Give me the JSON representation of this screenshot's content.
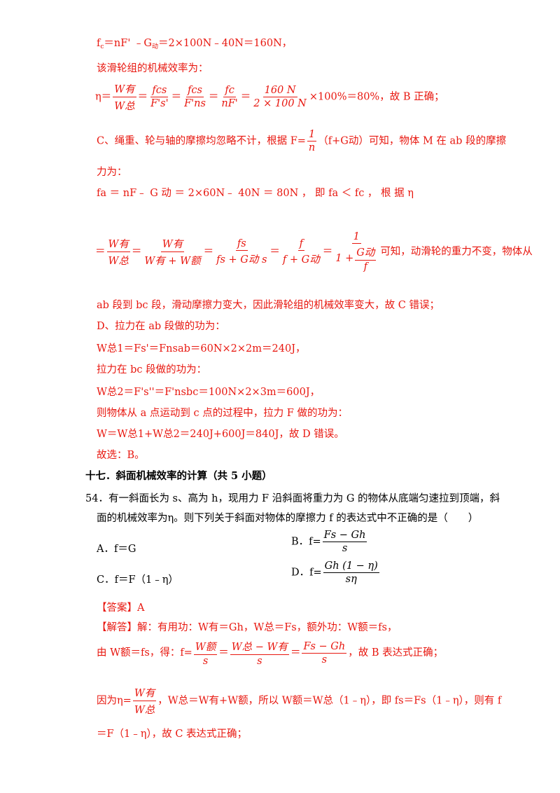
{
  "l1": "f",
  "l1_sub": "c",
  "l1_rest": "＝nF' ﹣G",
  "l1_sub2": "动",
  "l1_end": "＝2×100N﹣40N＝160N，",
  "l2": "该滑轮组的机械效率为：",
  "eq1": {
    "eta": "η＝",
    "w1n": "W有",
    "w1d": "W总",
    "f2n": "fcs",
    "f2d": "F's'",
    "f3n": "fcs",
    "f3d": "F'ns",
    "f4n": "fc",
    "f4d": "nF'",
    "f5n": "160 N",
    "f5d": "2 × 100 N",
    "tail": "×100%＝80%，故 B 正确；"
  },
  "c1_pre": "C、绳重、轮与轴的摩擦均忽略不计，根据 F=",
  "c1_fn": "1",
  "c1_fd": "n",
  "c1_post": "（f+G动）可知，物体 M 在 ab 段的摩擦",
  "c2": "力为：",
  "c3": "fa ＝ nF﹣ G 动 ＝ 2×60N﹣ 40N ＝ 80N ， 即 fa ＜ fc ， 根 据 η",
  "eq2": {
    "a_n": "W有",
    "a_d": "W总",
    "b_n": "W有",
    "b_d": "W有 + W额",
    "c_n": "fs",
    "c_d": "fs + G动 s",
    "d_n": "f",
    "d_d": "f + G动",
    "e_n": "1",
    "e_d1": "1 +",
    "e_d2n": "G动",
    "e_d2d": "f",
    "tail": "可知，动滑轮的重力不变，物体从"
  },
  "c4": "ab 段到 bc 段，滑动摩擦力变大，因此滑轮组的机械效率变大，故 C 错误；",
  "d1": "D、拉力在 ab 段做的功为：",
  "d2": "W总1＝Fs'＝Fnsab＝60N×2×2m＝240J，",
  "d3": "拉力在 bc 段做的功为：",
  "d4": "W总2＝F's''＝F'nsbc＝100N×2×3m＝600J，",
  "d5": "则物体从 a 点运动到 c 点的过程中，拉力 F 做的功为：",
  "d6": "W＝W总1+W总2＝240J+600J＝840J，故 D 错误。",
  "d7": "故选：B。",
  "heading": "十七．斜面机械效率的计算（共 5 小题）",
  "q1": "54．有一斜面长为 s、高为 h，现用力 F 沿斜面将重力为 G 的物体从底端匀速拉到顶端，斜",
  "q2": "面的机械效率为η。则下列关于斜面对物体的摩擦力 f 的表达式中不正确的是（　　）",
  "optA": "A．f＝G",
  "optB_pre": "B．f=",
  "optB_n": "Fs − Gh",
  "optB_d": "s",
  "optC": "C．f＝F（1﹣η）",
  "optD_pre": "D．f=",
  "optD_n": "Gh (1 − η)",
  "optD_d": "sη",
  "ans": "【答案】A",
  "exp1": "【解答】解：有用功：W有＝Gh，W总＝Fs，额外功：W额＝fs，",
  "exp2_pre": "由 W额＝fs，得：f=",
  "exp2_f1n": "W额",
  "exp2_f1d": "s",
  "exp2_f2n": "W总 − W有",
  "exp2_f2d": "s",
  "exp2_f3n": "Fs − Gh",
  "exp2_f3d": "s",
  "exp2_tail": "，故 B 表达式正确；",
  "exp3_pre": "因为η=",
  "exp3_fn": "W有",
  "exp3_fd": "W总",
  "exp3_tail": "，W总＝W有+W额，所以 W额＝W总（1﹣η），即 fs＝Fs（1﹣η），则有 f",
  "exp4": "＝F（1﹣η），故 C 表达式正确；"
}
